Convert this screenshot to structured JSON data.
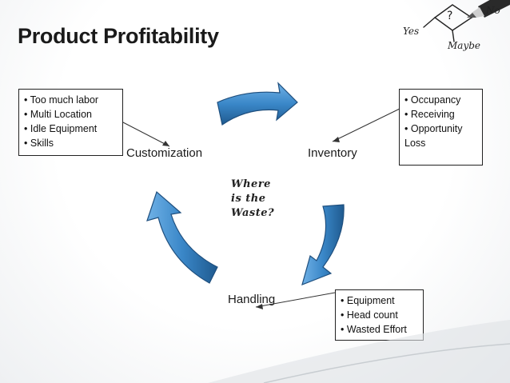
{
  "title": "Product Profitability",
  "nodes": {
    "customization": "Customization",
    "inventory": "Inventory",
    "handling": "Handling"
  },
  "center_text": [
    "Where",
    "is the",
    "Waste?"
  ],
  "boxes": {
    "customization": [
      "Too much labor",
      "Multi Location",
      "Idle Equipment",
      "Skills"
    ],
    "inventory": [
      "Occupancy",
      "Receiving",
      "Opportunity Loss"
    ],
    "handling": [
      "Equipment",
      "Head count",
      "Wasted Effort"
    ]
  },
  "decor": {
    "diamond_mark": "?",
    "yes": "Yes",
    "no": "No",
    "maybe": "Maybe"
  },
  "colors": {
    "arrow": "#3a87c8",
    "arrow_dark": "#1f5a8f",
    "title": "#1a1a1a"
  }
}
